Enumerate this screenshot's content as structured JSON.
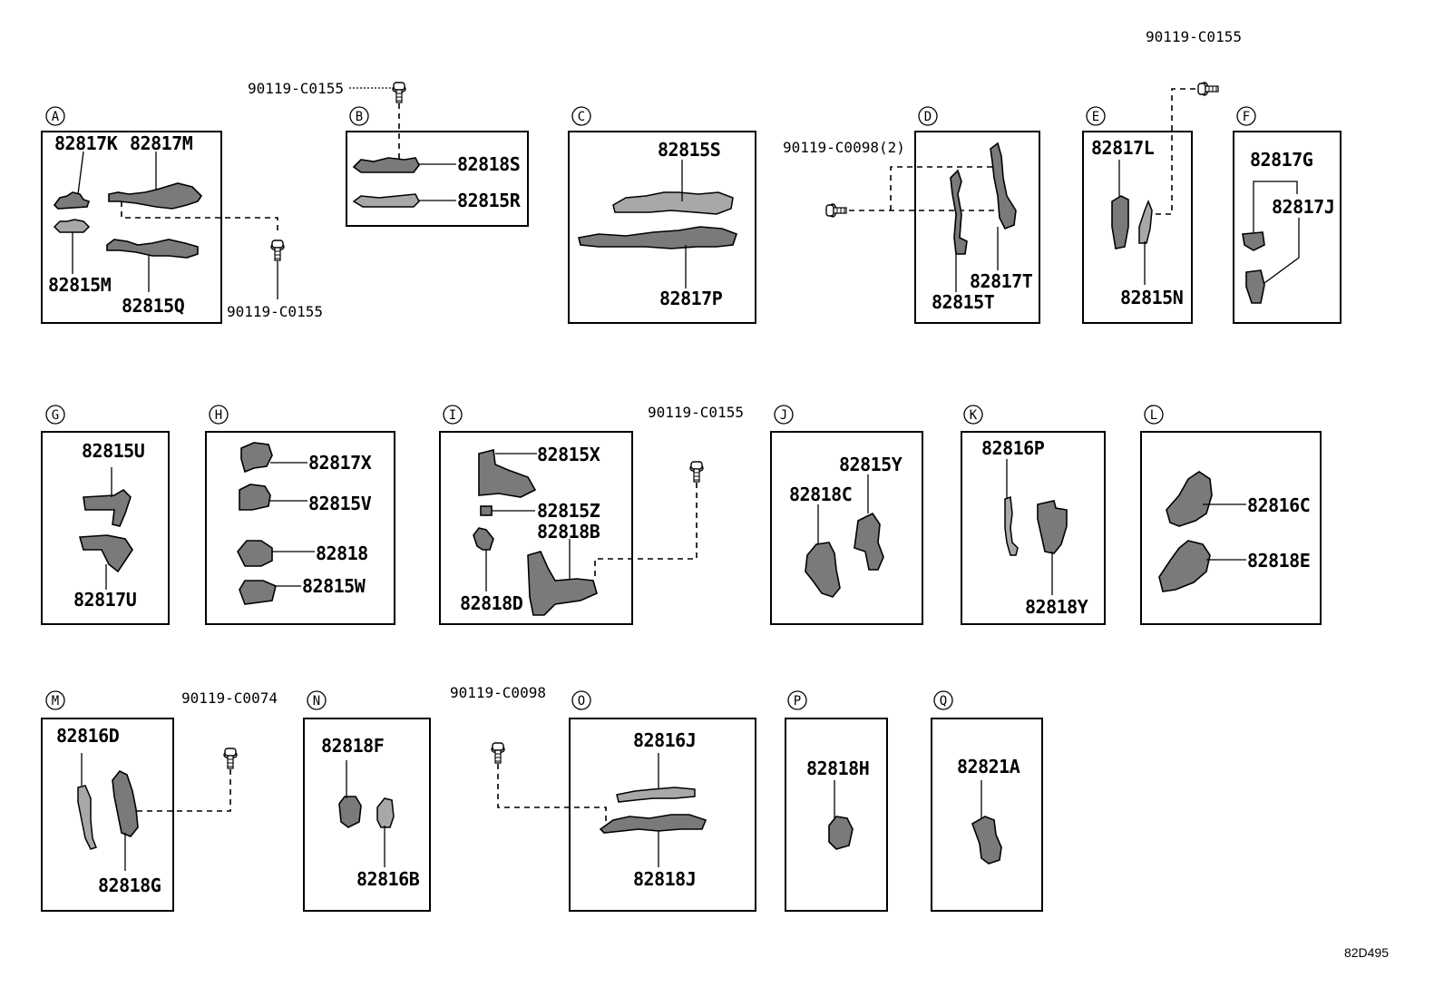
{
  "diagram_code": "82D495",
  "screw_labels": {
    "a": "90119-C0155",
    "b": "90119-C0155",
    "e": "90119-C0155",
    "d": "90119-C0098(2)",
    "i": "90119-C0155",
    "m": "90119-C0074",
    "o": "90119-C0098"
  },
  "groups": {
    "A": {
      "letter": "A",
      "parts": [
        "82817K",
        "82817M",
        "82815M",
        "82815Q"
      ]
    },
    "B": {
      "letter": "B",
      "parts": [
        "82818S",
        "82815R"
      ]
    },
    "C": {
      "letter": "C",
      "parts": [
        "82815S",
        "82817P"
      ]
    },
    "D": {
      "letter": "D",
      "parts": [
        "82817T",
        "82815T"
      ]
    },
    "E": {
      "letter": "E",
      "parts": [
        "82817L",
        "82815N"
      ]
    },
    "F": {
      "letter": "F",
      "parts": [
        "82817G",
        "82817J"
      ]
    },
    "G": {
      "letter": "G",
      "parts": [
        "82815U",
        "82817U"
      ]
    },
    "H": {
      "letter": "H",
      "parts": [
        "82817X",
        "82815V",
        "82818",
        "82815W"
      ]
    },
    "I": {
      "letter": "I",
      "parts": [
        "82815X",
        "82815Z",
        "82818B",
        "82818D"
      ]
    },
    "J": {
      "letter": "J",
      "parts": [
        "82815Y",
        "82818C"
      ]
    },
    "K": {
      "letter": "K",
      "parts": [
        "82816P",
        "82818Y"
      ]
    },
    "L": {
      "letter": "L",
      "parts": [
        "82816C",
        "82818E"
      ]
    },
    "M": {
      "letter": "M",
      "parts": [
        "82816D",
        "82818G"
      ]
    },
    "N": {
      "letter": "N",
      "parts": [
        "82818F",
        "82816B"
      ]
    },
    "O": {
      "letter": "O",
      "parts": [
        "82816J",
        "82818J"
      ]
    },
    "P": {
      "letter": "P",
      "parts": [
        "82818H"
      ]
    },
    "Q": {
      "letter": "Q",
      "parts": [
        "82821A"
      ]
    }
  }
}
